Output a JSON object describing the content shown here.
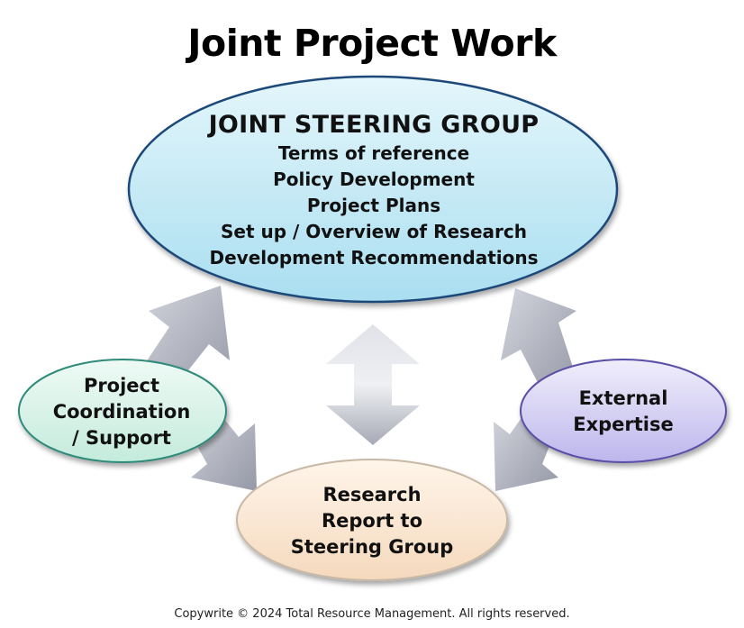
{
  "title": "Joint Project Work",
  "steering": {
    "heading": "JOINT STEERING GROUP",
    "items": [
      "Terms of reference",
      "Policy Development",
      "Project Plans",
      "Set up / Overview of Research",
      "Development Recommendations"
    ],
    "fill": "#c6ecf6",
    "border": "#1f4a7a"
  },
  "coordination": {
    "lines": [
      "Project",
      "Coordination",
      "/ Support"
    ],
    "fill": "#dbf3ea",
    "border": "#2f8a7a"
  },
  "expertise": {
    "lines": [
      "External",
      "Expertise"
    ],
    "fill": "#dcd8f4",
    "border": "#5a4fa8"
  },
  "report": {
    "lines": [
      "Research",
      "Report to",
      "Steering Group"
    ],
    "fill": "#fbe6d2",
    "border": "#c8b9a6"
  },
  "footer": "Copywrite © 2024 Total Resource Management. All rights reserved."
}
